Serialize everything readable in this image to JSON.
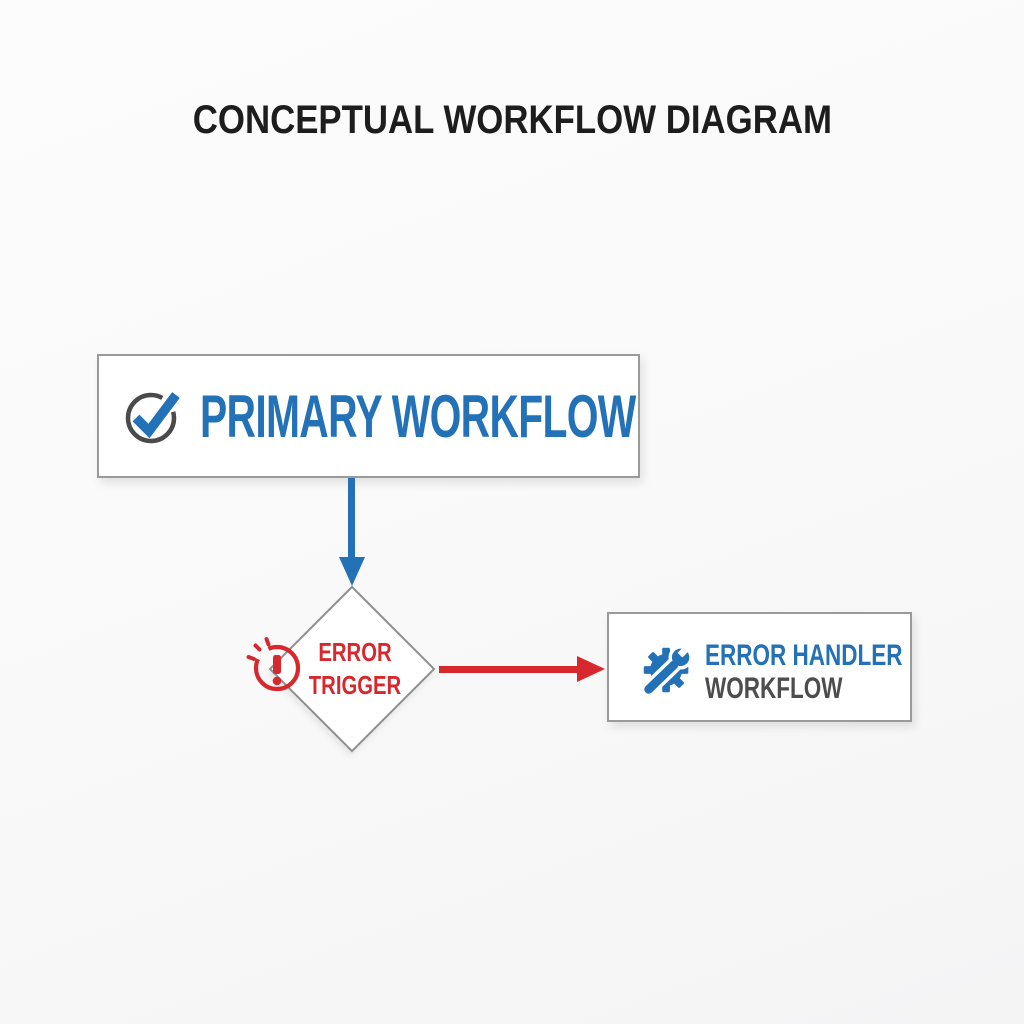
{
  "title": "CONCEPTUAL WORKFLOW DIAGRAM",
  "colors": {
    "accent_blue": "#2371b7",
    "accent_red": "#d7282e",
    "text_dark": "#4d4d4d",
    "border_gray": "#9a9a9a",
    "title_color": "#1d1d1d",
    "background": "#fafafa"
  },
  "nodes": {
    "primary": {
      "label": "PRIMARY WORKFLOW",
      "icon": "check-circle-icon",
      "shape": "rectangle"
    },
    "error_trigger": {
      "label_line1": "ERROR",
      "label_line2": "TRIGGER",
      "icon": "alert-exclamation-icon",
      "shape": "diamond"
    },
    "error_handler": {
      "label_line1": "ERROR HANDLER",
      "label_line2": "WORKFLOW",
      "icon": "gear-wrench-icon",
      "shape": "rectangle"
    }
  },
  "connectors": [
    {
      "from": "primary",
      "to": "error_trigger",
      "direction": "down",
      "color": "#2371b7"
    },
    {
      "from": "error_trigger",
      "to": "error_handler",
      "direction": "right",
      "color": "#d7282e"
    }
  ]
}
